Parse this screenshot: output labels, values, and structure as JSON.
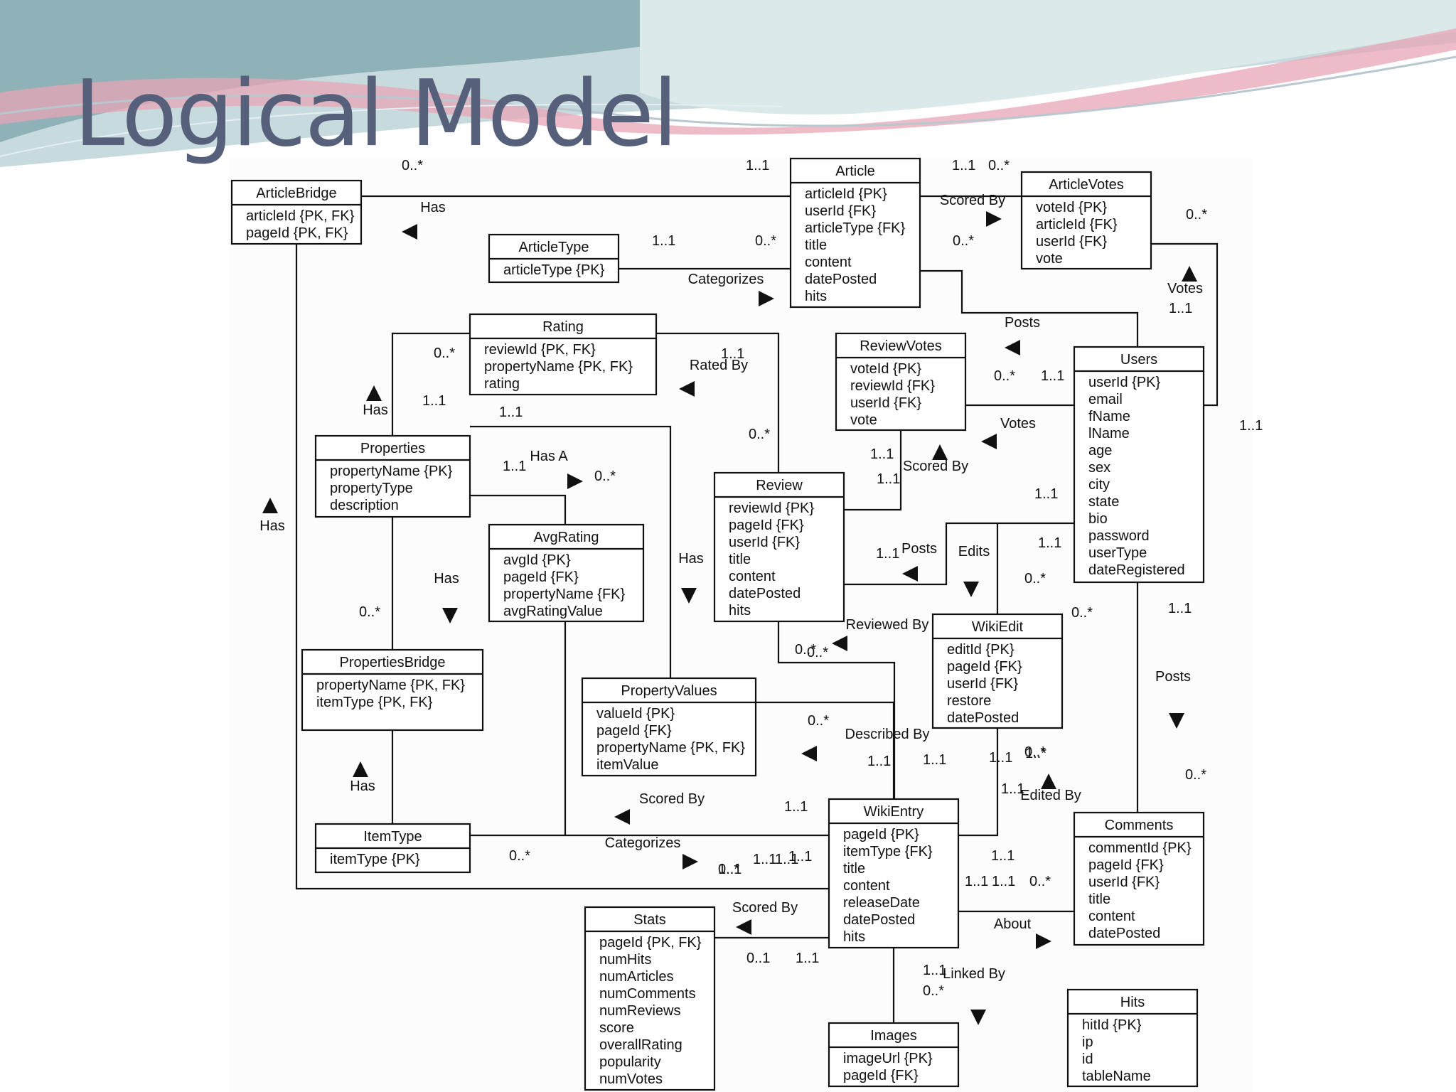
{
  "slide": {
    "title": "Logical Model",
    "colors": {
      "title": "#56607a",
      "diagram_background": "#fcfcfc",
      "lines": "#111111"
    }
  },
  "entities": [
    {
      "id": "ArticleBridge",
      "name": "ArticleBridge",
      "attributes": [
        "articleId {PK, FK}",
        "pageId {PK, FK}"
      ]
    },
    {
      "id": "Article",
      "name": "Article",
      "attributes": [
        "articleId {PK}",
        "userId {FK}",
        "articleType {FK}",
        "title",
        "content",
        "datePosted",
        "hits"
      ]
    },
    {
      "id": "ArticleVotes",
      "name": "ArticleVotes",
      "attributes": [
        "voteId {PK}",
        "articleId {FK}",
        "userId {FK}",
        "vote"
      ]
    },
    {
      "id": "ArticleType",
      "name": "ArticleType",
      "attributes": [
        "articleType {PK}"
      ]
    },
    {
      "id": "Rating",
      "name": "Rating",
      "attributes": [
        "reviewId {PK, FK}",
        "propertyName {PK, FK}",
        "rating"
      ]
    },
    {
      "id": "ReviewVotes",
      "name": "ReviewVotes",
      "attributes": [
        "voteId {PK}",
        "reviewId {FK}",
        "userId {FK}",
        "vote"
      ]
    },
    {
      "id": "Users",
      "name": "Users",
      "attributes": [
        "userId {PK}",
        "email",
        "fName",
        "lName",
        "age",
        "sex",
        "city",
        "state",
        "bio",
        "password",
        "userType",
        "dateRegistered"
      ]
    },
    {
      "id": "Properties",
      "name": "Properties",
      "attributes": [
        "propertyName {PK}",
        "propertyType",
        "description"
      ]
    },
    {
      "id": "Review",
      "name": "Review",
      "attributes": [
        "reviewId {PK}",
        "pageId {FK}",
        "userId {FK}",
        "title",
        "content",
        "datePosted",
        "hits"
      ]
    },
    {
      "id": "AvgRating",
      "name": "AvgRating",
      "attributes": [
        "avgId {PK}",
        "pageId {FK}",
        "propertyName {FK}",
        "avgRatingValue"
      ]
    },
    {
      "id": "WikiEdit",
      "name": "WikiEdit",
      "attributes": [
        "editId {PK}",
        "pageId {FK}",
        "userId {FK}",
        "restore",
        "datePosted"
      ]
    },
    {
      "id": "PropertiesBridge",
      "name": "PropertiesBridge",
      "attributes": [
        "propertyName {PK, FK}",
        "itemType {PK, FK}"
      ]
    },
    {
      "id": "PropertyValues",
      "name": "PropertyValues",
      "attributes": [
        "valueId {PK}",
        "pageId {FK}",
        "propertyName {PK, FK}",
        "itemValue"
      ]
    },
    {
      "id": "ItemType",
      "name": "ItemType",
      "attributes": [
        "itemType {PK}"
      ]
    },
    {
      "id": "WikiEntry",
      "name": "WikiEntry",
      "attributes": [
        "pageId {PK}",
        "itemType {FK}",
        "title",
        "content",
        "releaseDate",
        "datePosted",
        "hits"
      ]
    },
    {
      "id": "Comments",
      "name": "Comments",
      "attributes": [
        "commentId {PK}",
        "pageId {FK}",
        "userId {FK}",
        "title",
        "content",
        "datePosted"
      ]
    },
    {
      "id": "Stats",
      "name": "Stats",
      "attributes": [
        "pageId {PK, FK}",
        "numHits",
        "numArticles",
        "numComments",
        "numReviews",
        "score",
        "overallRating",
        "popularity",
        "numVotes"
      ]
    },
    {
      "id": "Images",
      "name": "Images",
      "attributes": [
        "imageUrl {PK}",
        "pageId {FK}"
      ]
    },
    {
      "id": "Hits",
      "name": "Hits",
      "attributes": [
        "hitId {PK}",
        "ip",
        "id",
        "tableName"
      ]
    }
  ],
  "relationships": [
    {
      "id": "articlebridge-article",
      "label": "Has",
      "arrow": "left"
    },
    {
      "id": "articlebridge-wikientry",
      "label": "Has",
      "arrow": "up"
    },
    {
      "id": "article-articlevotes",
      "label": "Scored By",
      "arrow": "right"
    },
    {
      "id": "articletype-article",
      "label": "Categorizes",
      "arrow": "right"
    },
    {
      "id": "users-articlevotes",
      "label": "Votes",
      "arrow": "up"
    },
    {
      "id": "users-article",
      "label": "Posts",
      "arrow": "left"
    },
    {
      "id": "properties-rating",
      "label": "Has",
      "arrow": "up"
    },
    {
      "id": "rating-review",
      "label": "Rated By",
      "arrow": "left"
    },
    {
      "id": "users-reviewvotes",
      "label": "Votes",
      "arrow": "left"
    },
    {
      "id": "reviewvotes-review",
      "label": "Scored By",
      "arrow": "up"
    },
    {
      "id": "properties-avgrating",
      "label": "Has A",
      "arrow": "right"
    },
    {
      "id": "properties-propertyvalues",
      "label": "Has",
      "arrow": "down"
    },
    {
      "id": "properties-propertiesbridge",
      "label": "Has",
      "arrow": "down"
    },
    {
      "id": "users-review",
      "label": "Posts",
      "arrow": "left"
    },
    {
      "id": "users-wikiedit",
      "label": "Edits",
      "arrow": "down"
    },
    {
      "id": "review-wikientry",
      "label": "Reviewed By",
      "arrow": "left"
    },
    {
      "id": "propertyvalues-wikientry",
      "label": "Described By",
      "arrow": "left"
    },
    {
      "id": "itemtype-propertiesbridge",
      "label": "Has",
      "arrow": "up"
    },
    {
      "id": "avgrating-wikientry",
      "label": "Scored By",
      "arrow": "left"
    },
    {
      "id": "itemtype-wikientry",
      "label": "Categorizes",
      "arrow": "right"
    },
    {
      "id": "users-comments",
      "label": "Posts",
      "arrow": "down"
    },
    {
      "id": "wikientry-wikiedit",
      "label": "Edited By",
      "arrow": "up"
    },
    {
      "id": "stats-wikientry",
      "label": "Scored By",
      "arrow": "left"
    },
    {
      "id": "comments-wikientry",
      "label": "About",
      "arrow": "right"
    },
    {
      "id": "wikientry-images",
      "label": "Linked By",
      "arrow": "down"
    }
  ],
  "cardinalities": [
    "0..*",
    "1..1",
    "1..1",
    "0..*",
    "1..1",
    "0..*",
    "0..*",
    "0..*",
    "1..1",
    "1..1",
    "0..*",
    "1..1",
    "1..1",
    "1..1",
    "0..*",
    "0..*",
    "1..1",
    "1..1",
    "1..1",
    "0..*",
    "1..1",
    "0..*",
    "1..1",
    "1..1",
    "1..1",
    "0..*",
    "1..1",
    "0..*",
    "1..1",
    "0..*",
    "0..*",
    "0..*",
    "0..*",
    "1..1",
    "1..1",
    "1..1",
    "1..*",
    "0..*",
    "1..1",
    "1..1",
    "1..1",
    "0..*",
    "1..1",
    "1..1",
    "1..1",
    "1..1",
    "0..*",
    "0..1",
    "1..1",
    "1..1",
    "0..*",
    "0..*",
    "1..1"
  ]
}
